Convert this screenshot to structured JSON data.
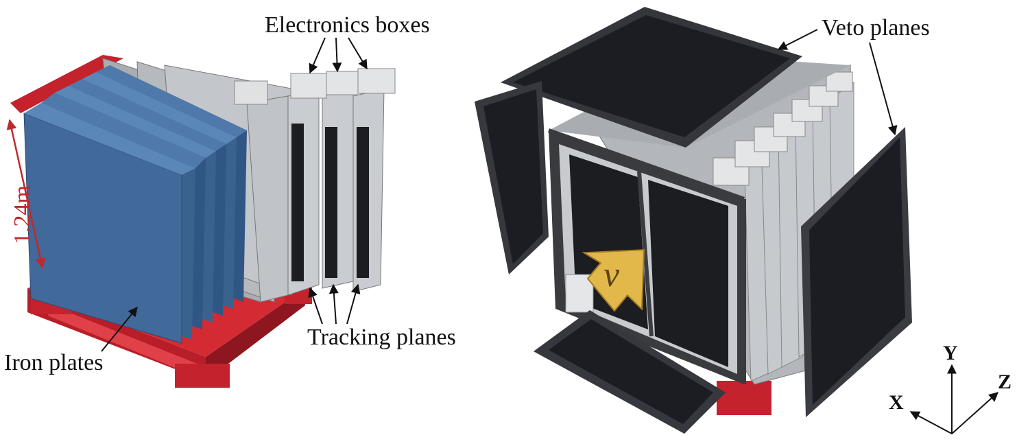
{
  "labels": {
    "electronics_boxes": "Electronics boxes",
    "veto_planes": "Veto planes",
    "tracking_planes": "Tracking planes",
    "iron_plates": "Iron plates",
    "dimension": "1.24m",
    "neutrino": "ν"
  },
  "axes": {
    "x": "X",
    "y": "Y",
    "z": "Z"
  },
  "colors": {
    "iron_blue": "#3f6a9a",
    "frame_red": "#c4222c",
    "tracker_grey": "#b9bcc0",
    "veto_black": "#1d1f24",
    "beam_yellow": "#e3b84a",
    "dimension_red": "#c0282c"
  }
}
